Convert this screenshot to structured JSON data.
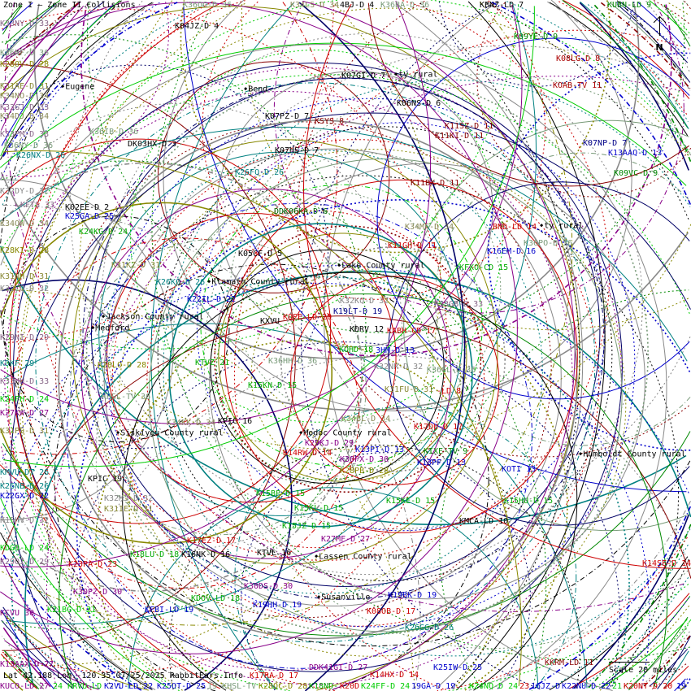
{
  "legend": {
    "zone1": "Zone I",
    "separator": "—",
    "zone2": "Zone II Collisions"
  },
  "north_label": "N",
  "footer": {
    "coords": "Lat 42.188 Lon -120.35",
    "date_source": "07/25/2025 RabbitEars.Info"
  },
  "scale_label": "Scale 20 miles",
  "places": [
    "Eugene",
    "Bend",
    "Lake County rural",
    "Klamath County rural",
    "Jackson County rural",
    "Siskiyou County rural",
    "Modoc County rural",
    "Humboldt County rural",
    "Lassen County rural",
    "Susanville",
    "ty rural",
    "ty rural",
    "Medford"
  ],
  "stations": [
    {
      "text": "K33NY-D 33",
      "color": "#886688"
    },
    {
      "text": "K04JZ-D 4",
      "color": "#000000"
    },
    {
      "text": "K36NF-D 36",
      "color": "#779977"
    },
    {
      "text": "K28OV-D 28",
      "color": "#888800"
    },
    {
      "text": "K31AE-D 31",
      "color": "#888833"
    },
    {
      "text": "K34NO-D 34",
      "color": "#888855"
    },
    {
      "text": "K33GJ-D 33",
      "color": "#886688"
    },
    {
      "text": "K34DJ-D 34",
      "color": "#888855"
    },
    {
      "text": "K33PM-D 33",
      "color": "#886688"
    },
    {
      "text": "K36NY-D 36",
      "color": "#779977"
    },
    {
      "text": "K26NX-D 26",
      "color": "#008080"
    },
    {
      "text": "K36IB-D 36",
      "color": "#779977"
    },
    {
      "text": "DK03HX-D 3",
      "color": "#000000"
    },
    {
      "text": "K07PZ-D 7",
      "color": "#000000"
    },
    {
      "text": "KSYS 8",
      "color": "#880000"
    },
    {
      "text": "K07HS-D 7",
      "color": "#000000"
    },
    {
      "text": "K34LS-D 34",
      "color": "#888855"
    },
    {
      "text": "4BJ-D 4",
      "color": "#000000"
    },
    {
      "text": "K36BA-D 36",
      "color": "#779977"
    },
    {
      "text": "KBNZ-LD 7",
      "color": "#000000"
    },
    {
      "text": "KUBN-LD 9",
      "color": "#008800"
    },
    {
      "text": "K36OG-D 36",
      "color": "#779977"
    },
    {
      "text": "K09YE-D 9",
      "color": "#008800"
    },
    {
      "text": "K08LG-D 8",
      "color": "#aa0000"
    },
    {
      "text": "KOAB-TV 11",
      "color": "#aa0000"
    },
    {
      "text": "K07GI-D 7",
      "color": "#000000"
    },
    {
      "text": "K06NS-D 6",
      "color": "#000000"
    },
    {
      "text": "K11SZ-D 11",
      "color": "#880000"
    },
    {
      "text": "K11KI-D 11",
      "color": "#880000"
    },
    {
      "text": "K07NP-D 7",
      "color": "#000088"
    },
    {
      "text": "K13AAQ-D 13",
      "color": "#0000cc"
    },
    {
      "text": "K09VC-D 9",
      "color": "#008800"
    },
    {
      "text": "K11BX-D 11",
      "color": "#880000"
    },
    {
      "text": "K26FQ-D 26",
      "color": "#008080"
    },
    {
      "text": "K32DY-D 32",
      "color": "#888888"
    },
    {
      "text": "K02EE-D 2",
      "color": "#000000"
    },
    {
      "text": "K25GA-D 25",
      "color": "#0000cc"
    },
    {
      "text": "KFTS 33",
      "color": "#886688"
    },
    {
      "text": "K34OW-D 34",
      "color": "#888855"
    },
    {
      "text": "K24KG-D 24",
      "color": "#00aa00"
    },
    {
      "text": "DDK06KA-D 6",
      "color": "#006600"
    },
    {
      "text": "K34MF-D 34",
      "color": "#888855"
    },
    {
      "text": "BND-LD 14",
      "color": "#cc0000"
    },
    {
      "text": "K36PO-D 36",
      "color": "#779977"
    },
    {
      "text": "K16EM-D 16",
      "color": "#0000cc"
    },
    {
      "text": "K11GH-D 11",
      "color": "#cc0000"
    },
    {
      "text": "KFXO-CD 15",
      "color": "#00aa00"
    },
    {
      "text": "K05CF-D 5",
      "color": "#000000"
    },
    {
      "text": "K28KI-D 28",
      "color": "#888800"
    },
    {
      "text": "K31KZ-D 31",
      "color": "#888833"
    },
    {
      "text": "K26KO-D 26",
      "color": "#008080"
    },
    {
      "text": "K31NH-D 31",
      "color": "#888833"
    },
    {
      "text": "K32LQ-D 32",
      "color": "#888888"
    },
    {
      "text": "K22IL-D 22",
      "color": "#0000cc"
    },
    {
      "text": "K32KQ-D 32",
      "color": "#888888"
    },
    {
      "text": "K33GB-D 33",
      "color": "#886688"
    },
    {
      "text": "K19LT-D 19",
      "color": "#000088"
    },
    {
      "text": "KQPE-LD 20",
      "color": "#cc0000"
    },
    {
      "text": "KXVU",
      "color": "#000000"
    },
    {
      "text": "KDRV 12",
      "color": "#000000"
    },
    {
      "text": "KABH-CD 17",
      "color": "#cc0000"
    },
    {
      "text": "K29NI-D 29",
      "color": "#886688"
    },
    {
      "text": "KOHD 18",
      "color": "#00aa00"
    },
    {
      "text": "3HM-D 13",
      "color": "#0000cc"
    },
    {
      "text": "K36HH-D 36",
      "color": "#779977"
    },
    {
      "text": "KTVZ 21",
      "color": "#00aa00"
    },
    {
      "text": "K28LO-D 28",
      "color": "#888800"
    },
    {
      "text": "KDKF 29",
      "color": "#008080"
    },
    {
      "text": "K32NR-D 32",
      "color": "#888888"
    },
    {
      "text": "K36GL-D 36",
      "color": "#779977"
    },
    {
      "text": "K33HH-D 33",
      "color": "#886688"
    },
    {
      "text": "K15KN-D 15",
      "color": "#00aa00"
    },
    {
      "text": "K31FU-D 31",
      "color": "#888833"
    },
    {
      "text": "-LD 8",
      "color": "#cc0000"
    },
    {
      "text": "K24FH-D 24",
      "color": "#00cc00"
    },
    {
      "text": "KHSL-TV 36",
      "color": "#779977"
    },
    {
      "text": "K27KW-D 27",
      "color": "#880088"
    },
    {
      "text": "K34KK-D 34",
      "color": "#888855"
    },
    {
      "text": "KPIC 16",
      "color": "#000000"
    },
    {
      "text": "K34BL-D 34",
      "color": "#888855"
    },
    {
      "text": "K17DU-D 17",
      "color": "#cc0000"
    },
    {
      "text": "K31PS-D 31",
      "color": "#888833"
    },
    {
      "text": "K29KJ-D 29",
      "color": "#880088"
    },
    {
      "text": "K14RW-D 14",
      "color": "#cc0000"
    },
    {
      "text": "K13PI-D 13",
      "color": "#0000cc"
    },
    {
      "text": "KIXE-TV 9",
      "color": "#008800"
    },
    {
      "text": "K30PX-D 30",
      "color": "#880088"
    },
    {
      "text": "K13PF-D 13",
      "color": "#0000cc"
    },
    {
      "text": "KOTI 13",
      "color": "#0000cc"
    },
    {
      "text": "KMVU-DT 26",
      "color": "#008080"
    },
    {
      "text": "KPIC 19",
      "color": "#000000"
    },
    {
      "text": "K28PB-D 28",
      "color": "#888800"
    },
    {
      "text": "K26NB-D 26",
      "color": "#008080"
    },
    {
      "text": "K22GX-D 22",
      "color": "#0000cc"
    },
    {
      "text": "K32MJ-D 32",
      "color": "#888888"
    },
    {
      "text": "K15BP-D 15",
      "color": "#00aa00"
    },
    {
      "text": "K15KE-D 15",
      "color": "#00aa00"
    },
    {
      "text": "K15HU-D 15",
      "color": "#00aa00"
    },
    {
      "text": "K31IE-D 31",
      "color": "#888833"
    },
    {
      "text": "K15KL-D 15",
      "color": "#00aa00"
    },
    {
      "text": "K15HV-D 32",
      "color": "#888888"
    },
    {
      "text": "KMCA-LD 10",
      "color": "#000000"
    },
    {
      "text": "K15JZ-D 15",
      "color": "#00aa00"
    },
    {
      "text": "K27MF-D 27",
      "color": "#880088"
    },
    {
      "text": "K17EZ-D 17",
      "color": "#cc0000"
    },
    {
      "text": "KDGO-LD 24",
      "color": "#00cc00"
    },
    {
      "text": "K18LU-D 18",
      "color": "#00aa00"
    },
    {
      "text": "K16NK-D 16",
      "color": "#000000"
    },
    {
      "text": "KTVL 16",
      "color": "#000000"
    },
    {
      "text": "K29OI-D 29",
      "color": "#886688"
    },
    {
      "text": "K23PA-D 23",
      "color": "#cc0000"
    },
    {
      "text": "K14SE-D 14",
      "color": "#cc0000"
    },
    {
      "text": "K30PZ-D 30",
      "color": "#880088"
    },
    {
      "text": "KDOV-LD 18",
      "color": "#00aa00"
    },
    {
      "text": "K30DS-D 30",
      "color": "#880088"
    },
    {
      "text": "K19BK-D 19",
      "color": "#0000cc"
    },
    {
      "text": "K19HH-D 19",
      "color": "#0000cc"
    },
    {
      "text": "K21BG-D 21",
      "color": "#00cc00"
    },
    {
      "text": "KFBI-LD 19",
      "color": "#0000cc"
    },
    {
      "text": "K08OB-D 17",
      "color": "#cc0000"
    },
    {
      "text": "KCVU 30",
      "color": "#880088"
    },
    {
      "text": "K26GG-D 26",
      "color": "#008080"
    },
    {
      "text": "KKRM-LD 11",
      "color": "#880000"
    },
    {
      "text": "K13AAX-D 27",
      "color": "#880088"
    },
    {
      "text": "DDK41GI-D 27",
      "color": "#880088"
    },
    {
      "text": "K25IW-D 25",
      "color": "#0000cc"
    },
    {
      "text": "K17RA-D 17",
      "color": "#cc0000"
    },
    {
      "text": "K14HX-D 14",
      "color": "#cc0000"
    },
    {
      "text": "KUCO-LD 27",
      "color": "#880088"
    },
    {
      "text": "24 KRVU-LD",
      "color": "#00cc00"
    },
    {
      "text": "K2VU-LD 22",
      "color": "#0000cc"
    },
    {
      "text": "K25OT-D 25",
      "color": "#0000cc"
    },
    {
      "text": "19 KHSL-TV",
      "color": "#779977"
    },
    {
      "text": "K28QC-D 28",
      "color": "#888800"
    },
    {
      "text": "K18ND-",
      "color": "#00aa00"
    },
    {
      "text": "K20D",
      "color": "#cc0000"
    },
    {
      "text": "K24FF-D 24",
      "color": "#00cc00"
    },
    {
      "text": "19GA-D 19",
      "color": "#0000cc"
    },
    {
      "text": "K24NQ-D 24",
      "color": "#00cc00"
    },
    {
      "text": "23",
      "color": "#cc0000"
    },
    {
      "text": "16JZ-D",
      "color": "#0000cc"
    },
    {
      "text": "K22NU-D 22",
      "color": "#0000cc"
    },
    {
      "text": "21",
      "color": "#00cc00"
    },
    {
      "text": "K20NT-D 20",
      "color": "#cc0000"
    },
    {
      "text": "19",
      "color": "#0000cc"
    }
  ],
  "line_colors": [
    "#cc0000",
    "#0000cc",
    "#008800",
    "#888800",
    "#880000",
    "#000066",
    "#779977",
    "#880088",
    "#008080",
    "#000000",
    "#888888",
    "#00cc00"
  ]
}
